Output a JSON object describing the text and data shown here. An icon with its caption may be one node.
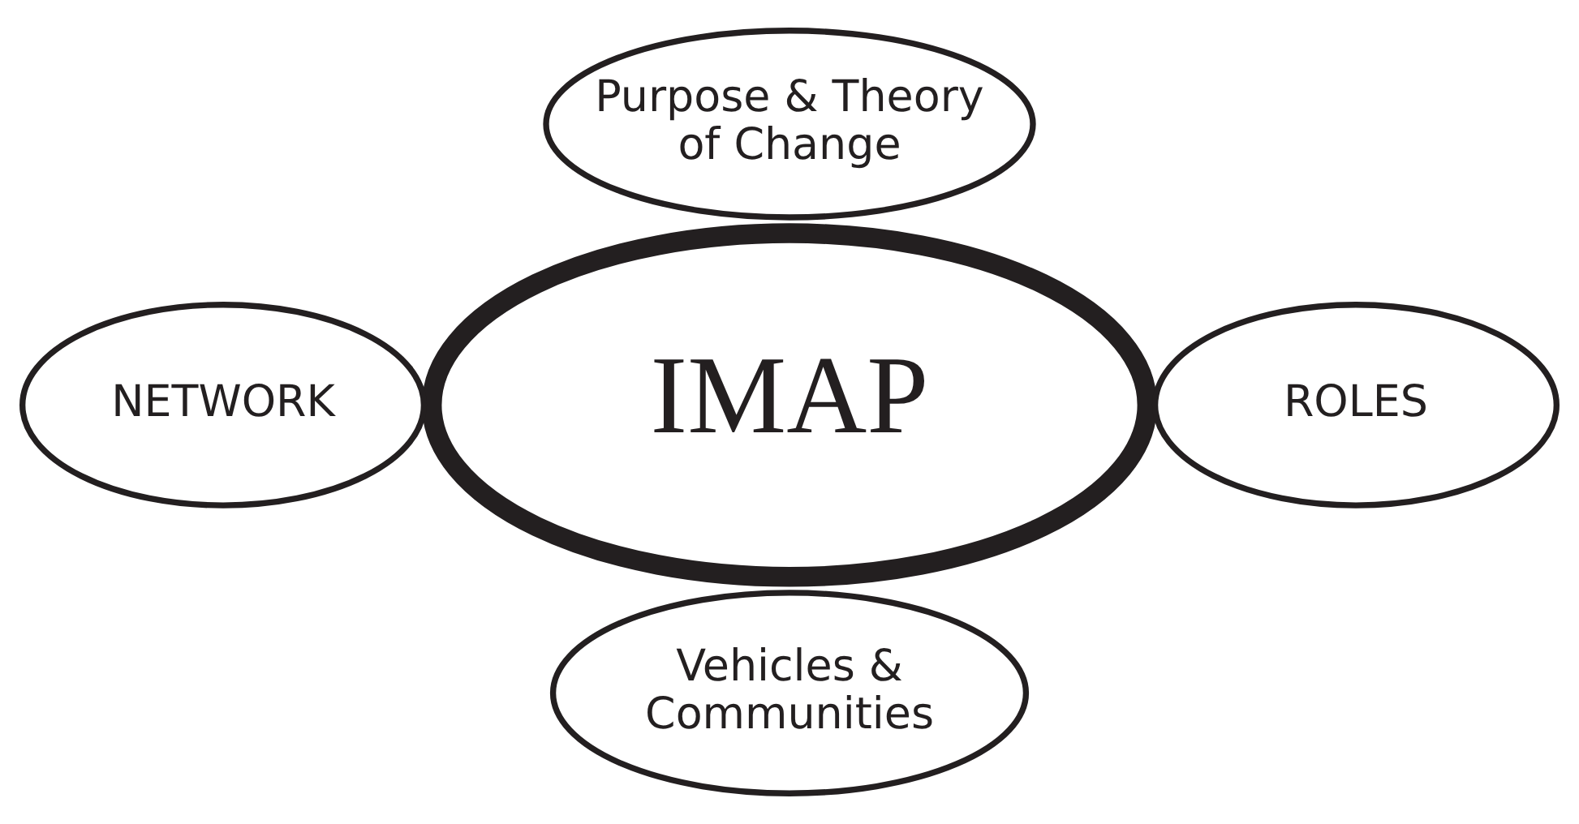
{
  "diagram": {
    "nodes": [
      {
        "text": [
          "Purpose & Theory of Change"
        ]
      },
      {
        "text": [
          "NETWORK"
        ]
      },
      {
        "text": [
          "IMAP"
        ]
      },
      {
        "text": [
          "ROLES"
        ]
      },
      {
        "text": [
          "Vehicles & Communities"
        ]
      }
    ]
  }
}
